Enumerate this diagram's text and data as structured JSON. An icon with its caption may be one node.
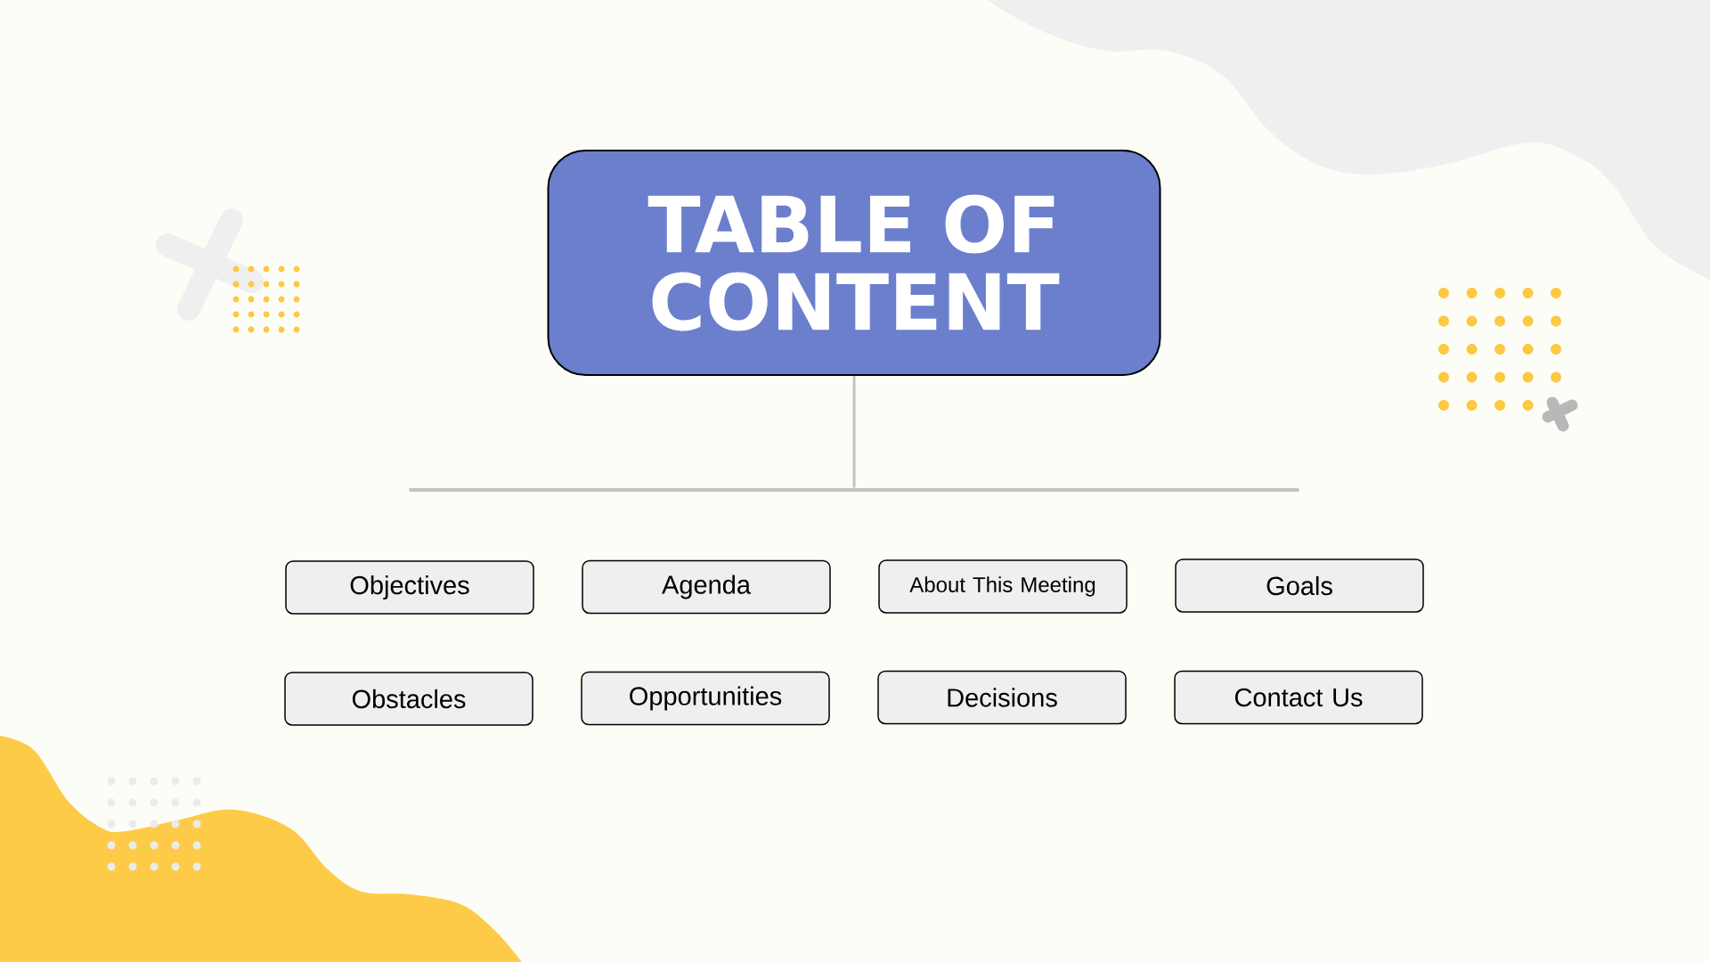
{
  "diagram": {
    "nodes": [
      {
        "text": [
          "TABLE OF CONTENT"
        ]
      },
      {
        "text": [],
        "shape": "bar"
      },
      {
        "text": [
          "Objectives"
        ]
      },
      {
        "text": [
          "Agenda"
        ]
      },
      {
        "text": [
          "About This Meeting"
        ]
      },
      {
        "text": [
          "Goals"
        ]
      },
      {
        "text": [
          "Obstacles"
        ]
      },
      {
        "text": [
          "Opportunities"
        ]
      },
      {
        "text": [
          "Decisions"
        ]
      },
      {
        "text": [
          "Contact Us"
        ]
      }
    ],
    "edges": [
      {
        "from": 0,
        "to": 1,
        "arrow": "none"
      }
    ]
  }
}
